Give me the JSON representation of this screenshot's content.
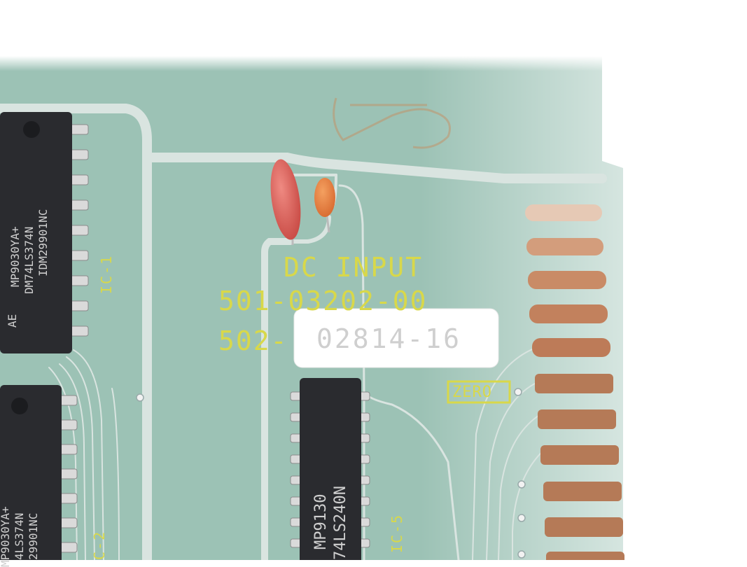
{
  "board": {
    "title": "DC INPUT",
    "part_number_1": "501-03202-00",
    "part_number_2_prefix": "502-",
    "sticker_number": "02814-16",
    "zero_label": "ZERO",
    "ic_labels": {
      "ic1": "IC-1",
      "ic2": "C-2",
      "ic5": "IC-5"
    },
    "chip1": {
      "line1": "MP9030YA+",
      "line2": "DM74LS374N",
      "line3": "IDM29901NC",
      "mark": "AE"
    },
    "chip2": {
      "line1": "MP9030YA+",
      "line2": "4LS374N",
      "line3": "29901NC"
    },
    "chip3": {
      "line1": "MP9130",
      "line2": "74LS240N"
    }
  },
  "colors": {
    "pcb": "#9cc2b5",
    "trace": "#d9e4e0",
    "silkscreen": "#d8d84a",
    "chip": "#2a2b2f",
    "gold_finger": "#b57a57",
    "capacitor_red": "#e0605a",
    "capacitor_orange": "#e88a48"
  }
}
